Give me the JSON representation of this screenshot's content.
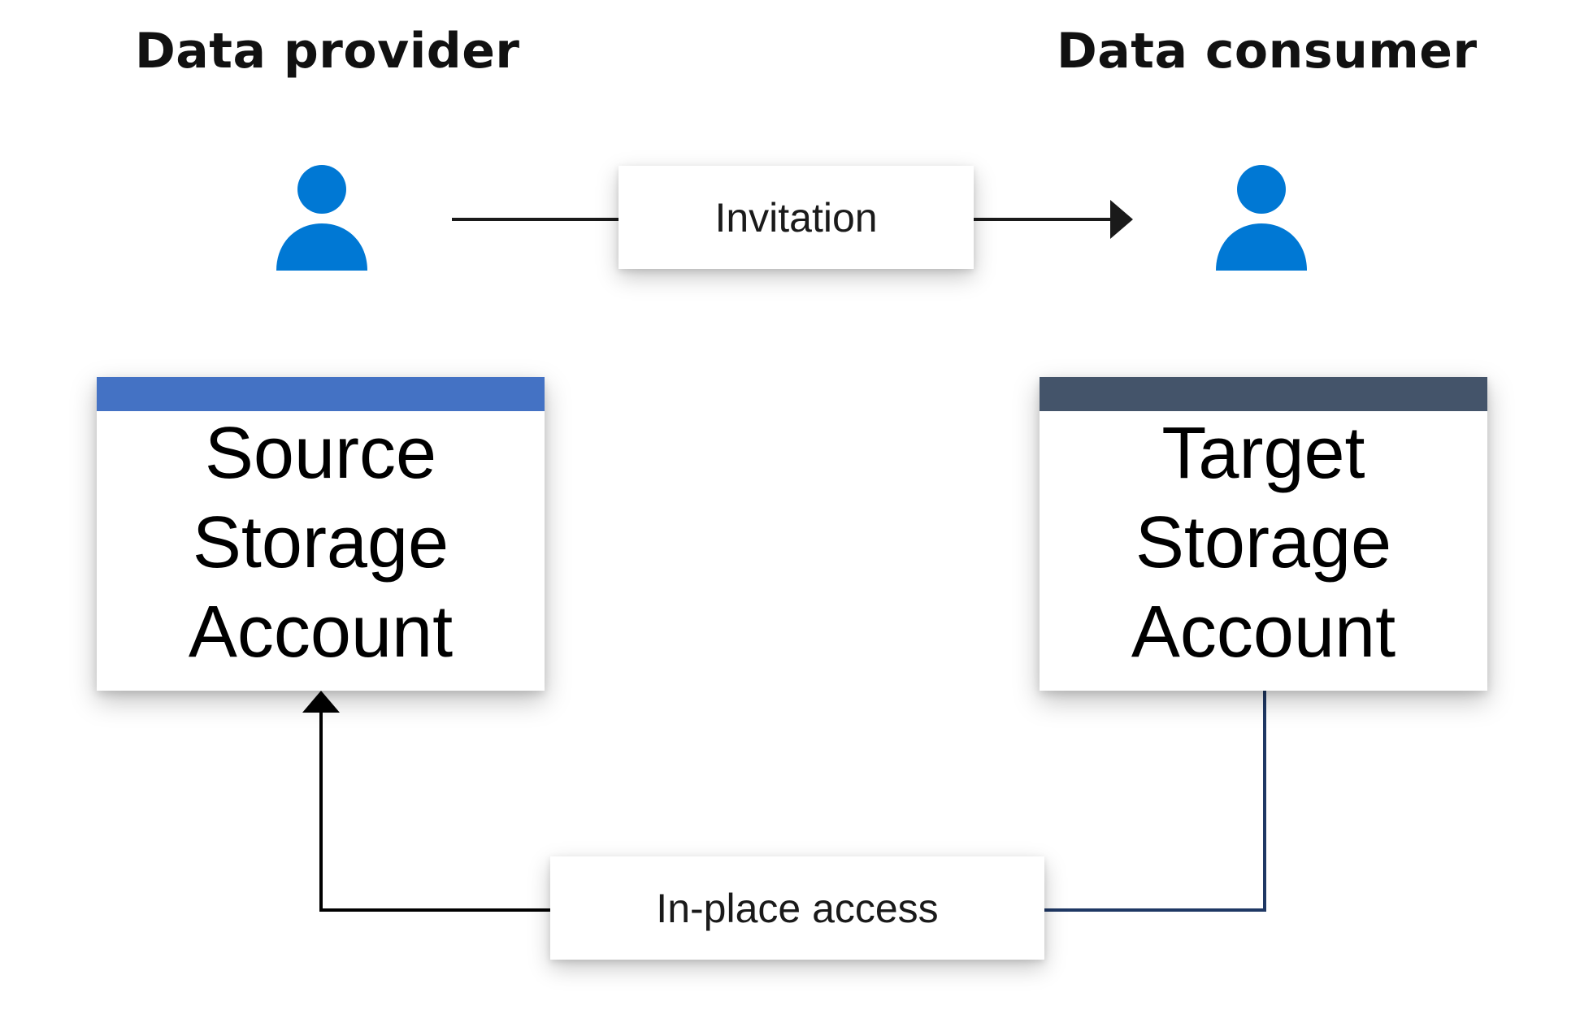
{
  "provider": {
    "heading": "Data provider",
    "icon": "person-icon",
    "icon_color": "#0078D4"
  },
  "consumer": {
    "heading": "Data consumer",
    "icon": "person-icon",
    "icon_color": "#0078D4"
  },
  "invitation": {
    "label": "Invitation"
  },
  "source_storage": {
    "title": "Source\nStorage\nAccount",
    "bar_color": "#4472C4"
  },
  "target_storage": {
    "title": "Target\nStorage\nAccount",
    "bar_color": "#44546A"
  },
  "access": {
    "label": "In-place access"
  },
  "colors": {
    "invitation_line": "#1a1a1a",
    "access_line_left": "#000000",
    "access_line_right": "#1F3864"
  }
}
